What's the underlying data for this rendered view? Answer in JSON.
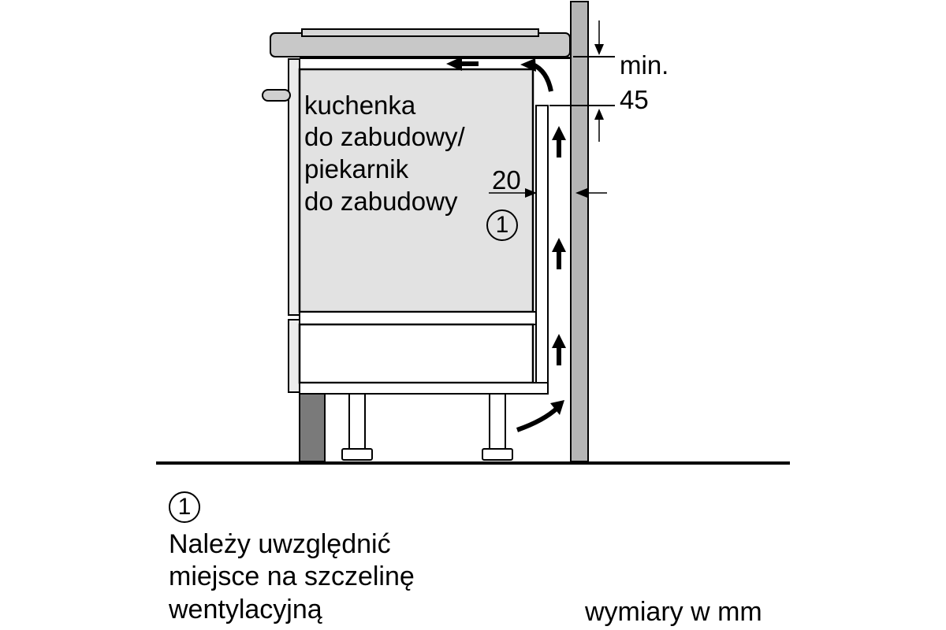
{
  "appliance_label": [
    "kuchenka",
    "do zabudowy/",
    "piekarnik",
    "do zabudowy"
  ],
  "marker": "1",
  "dimensions": {
    "gap_min_label": "min.",
    "gap_min_value": "45",
    "side_gap_value": "20"
  },
  "legend": {
    "marker": "1",
    "note_lines": [
      "Należy uwzględnić",
      "miejsce na szczelinę",
      "wentylacyjną"
    ],
    "units": "wymiary w mm"
  },
  "colors": {
    "line": "#000000",
    "appliance_fill": "#e2e2e2",
    "wall_fill": "#b5b5b5",
    "countertop_fill": "#c8c8c8",
    "plinth_fill": "#7a7a7a",
    "background": "#ffffff"
  },
  "icons": [
    "airflow-arrow-up-icon",
    "airflow-arrow-left-icon",
    "airflow-curved-arrow-icon",
    "dimension-arrow-icon"
  ]
}
